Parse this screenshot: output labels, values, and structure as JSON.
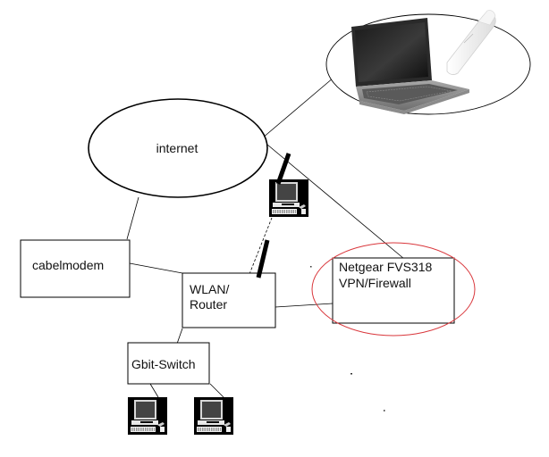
{
  "diagram": {
    "title": "Network diagram",
    "nodes": {
      "internet": {
        "label": "internet",
        "shape": "ellipse"
      },
      "laptop_group": {
        "label": "",
        "shape": "ellipse",
        "contents": [
          "laptop-image",
          "usb-modem-stick-image"
        ]
      },
      "cabelmodem": {
        "label": "cabelmodem",
        "shape": "box"
      },
      "router": {
        "label_line1": "WLAN/",
        "label_line2": "Router",
        "shape": "box"
      },
      "firewall": {
        "label_line1": "Netgear FVS318",
        "label_line2": "VPN/Firewall",
        "shape": "box",
        "highlight_color": "#d9363b"
      },
      "switch": {
        "label": "Gbit-Switch",
        "shape": "box"
      },
      "wireless_pc": {
        "label": "",
        "icon": "desktop-computer-icon"
      },
      "pc1": {
        "label": "",
        "icon": "desktop-computer-icon"
      },
      "pc2": {
        "label": "",
        "icon": "desktop-computer-icon"
      }
    },
    "edges": [
      {
        "from": "internet",
        "to": "laptop_group",
        "style": "solid"
      },
      {
        "from": "internet",
        "to": "firewall",
        "style": "solid"
      },
      {
        "from": "internet",
        "to": "cabelmodem",
        "style": "solid"
      },
      {
        "from": "cabelmodem",
        "to": "router",
        "style": "solid"
      },
      {
        "from": "router",
        "to": "firewall",
        "style": "solid"
      },
      {
        "from": "router",
        "to": "wireless_pc",
        "style": "dashed"
      },
      {
        "from": "router",
        "to": "switch",
        "style": "solid"
      },
      {
        "from": "switch",
        "to": "pc1",
        "style": "solid"
      },
      {
        "from": "switch",
        "to": "pc2",
        "style": "solid"
      }
    ],
    "colors": {
      "stroke": "#000000",
      "highlight": "#d9363b",
      "background": "#ffffff"
    }
  }
}
